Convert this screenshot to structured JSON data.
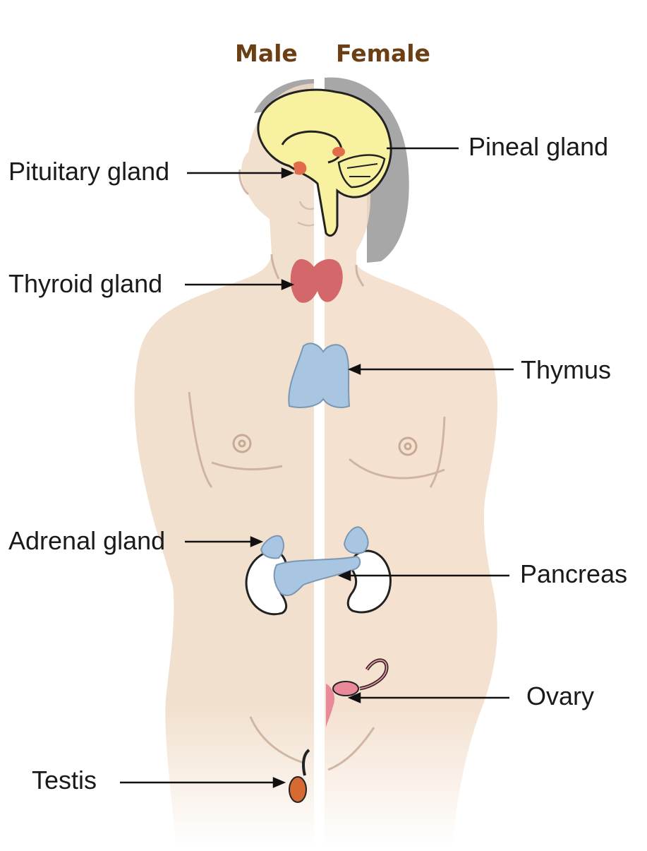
{
  "headers": {
    "male": "Male",
    "female": "Female"
  },
  "labels": {
    "pituitary": "Pituitary gland",
    "pineal": "Pineal gland",
    "thyroid": "Thyroid gland",
    "thymus": "Thymus",
    "adrenal": "Adrenal gland",
    "pancreas": "Pancreas",
    "ovary": "Ovary",
    "testis": "Testis"
  },
  "colors": {
    "skin": "#f0dac6",
    "skin_line": "#c9ad98",
    "hair": "#9a9a9a",
    "brain": "#f8f1a0",
    "gland_red": "#e26c49",
    "thyroid": "#d4676a",
    "blue_gland": "#a8c6e2",
    "kidney": "#ffffff",
    "ovary": "#e88a9a",
    "testis": "#d76a32",
    "header_text": "#6b3f13"
  }
}
